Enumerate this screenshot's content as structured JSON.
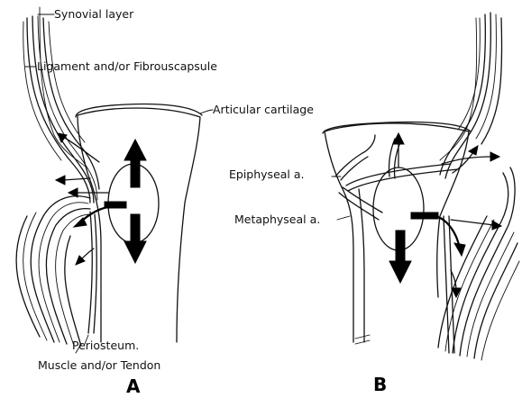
{
  "labels": {
    "synovial": "Synovial layer",
    "ligament": "Ligament and/or Fibrouscapsule",
    "cartilage": "Articular cartilage",
    "epiphyseal": "Epiphyseal a.",
    "metaphyseal": "Metaphyseal a.",
    "periosteum": "Periosteum.",
    "muscle": "Muscle and/or Tendon"
  },
  "panels": {
    "a": "A",
    "b": "B"
  },
  "colors": {
    "ink": "#111111",
    "background": "#ffffff"
  }
}
